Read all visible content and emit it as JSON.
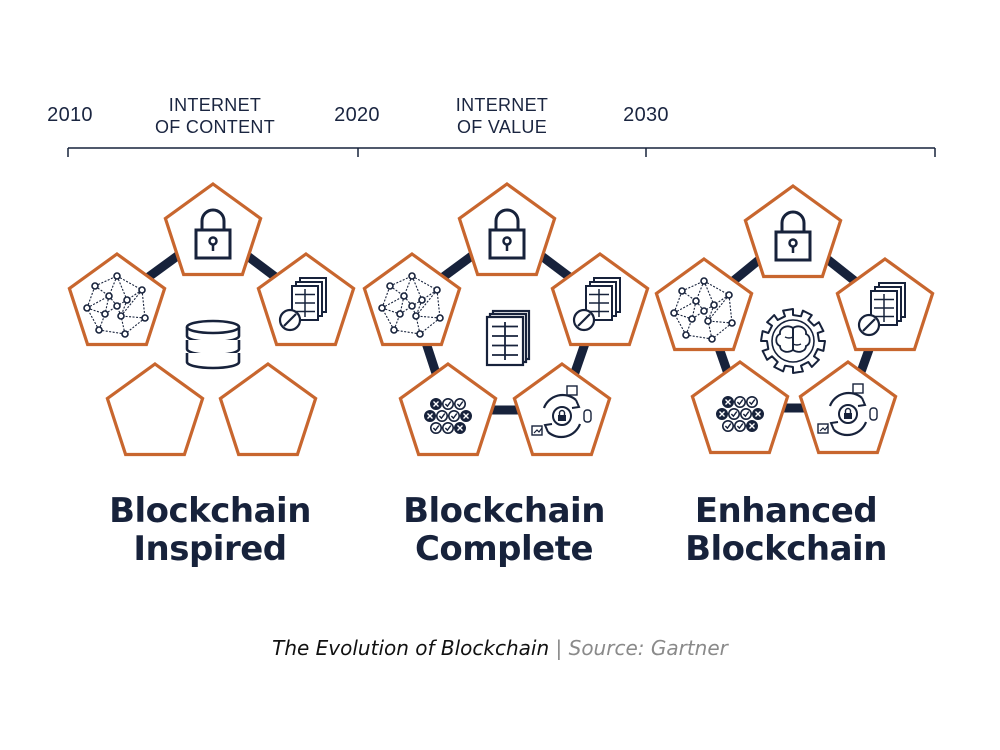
{
  "timeline": {
    "years": [
      "2010",
      "2020",
      "2030"
    ],
    "eras": [
      {
        "line1": "INTERNET",
        "line2": "OF CONTENT"
      },
      {
        "line1": "INTERNET",
        "line2": "OF VALUE"
      }
    ]
  },
  "stages": [
    {
      "title_line1": "Blockchain",
      "title_line2": "Inspired",
      "icons": [
        "lock-icon",
        "network-icon",
        "smart-contract-icon",
        "database-icon",
        "empty",
        "empty"
      ]
    },
    {
      "title_line1": "Blockchain",
      "title_line2": "Complete",
      "icons": [
        "lock-icon",
        "network-icon",
        "smart-contract-icon",
        "token-grid-icon",
        "identity-cycle-icon",
        "ledger-documents-icon"
      ]
    },
    {
      "title_line1": "Enhanced",
      "title_line2": "Blockchain",
      "icons": [
        "lock-icon",
        "network-icon",
        "smart-contract-icon",
        "token-grid-icon",
        "identity-cycle-icon",
        "ai-brain-gear-icon"
      ]
    }
  ],
  "caption": {
    "main": "The Evolution of Blockchain",
    "separator": " | ",
    "source": "Source: Gartner"
  },
  "colors": {
    "navy": "#17223b",
    "orange": "#c8662e"
  }
}
